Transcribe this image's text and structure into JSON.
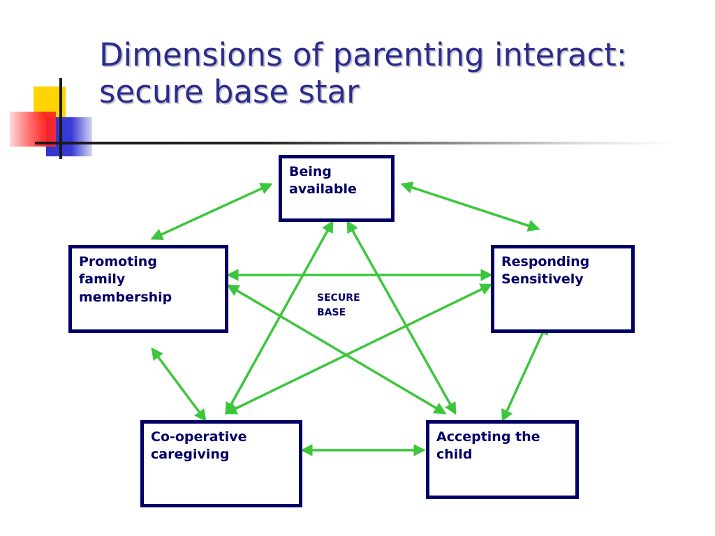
{
  "title": {
    "line1": "Dimensions of parenting interact:",
    "line2": "secure base star"
  },
  "colors": {
    "title": "#2b2b8f",
    "box_border": "#000066",
    "box_text": "#000066",
    "arrow": "#3cc63c"
  },
  "center": {
    "line1": "SECURE",
    "line2": "BASE"
  },
  "nodes": {
    "being_available": {
      "line1": "Being",
      "line2": "available"
    },
    "promoting_family": {
      "line1": "Promoting",
      "line2": "family",
      "line3": "membership"
    },
    "responding": {
      "line1": "Responding",
      "line2": "Sensitively"
    },
    "cooperative": {
      "line1": "Co-operative",
      "line2": "caregiving"
    },
    "accepting": {
      "line1": "Accepting the",
      "line2": "child"
    }
  },
  "connections": [
    {
      "from": "being_available",
      "to": "promoting_family"
    },
    {
      "from": "being_available",
      "to": "responding"
    },
    {
      "from": "being_available",
      "to": "cooperative"
    },
    {
      "from": "being_available",
      "to": "accepting"
    },
    {
      "from": "promoting_family",
      "to": "responding"
    },
    {
      "from": "promoting_family",
      "to": "accepting"
    },
    {
      "from": "promoting_family",
      "to": "cooperative"
    },
    {
      "from": "responding",
      "to": "cooperative"
    },
    {
      "from": "responding",
      "to": "accepting"
    },
    {
      "from": "cooperative",
      "to": "accepting"
    }
  ]
}
